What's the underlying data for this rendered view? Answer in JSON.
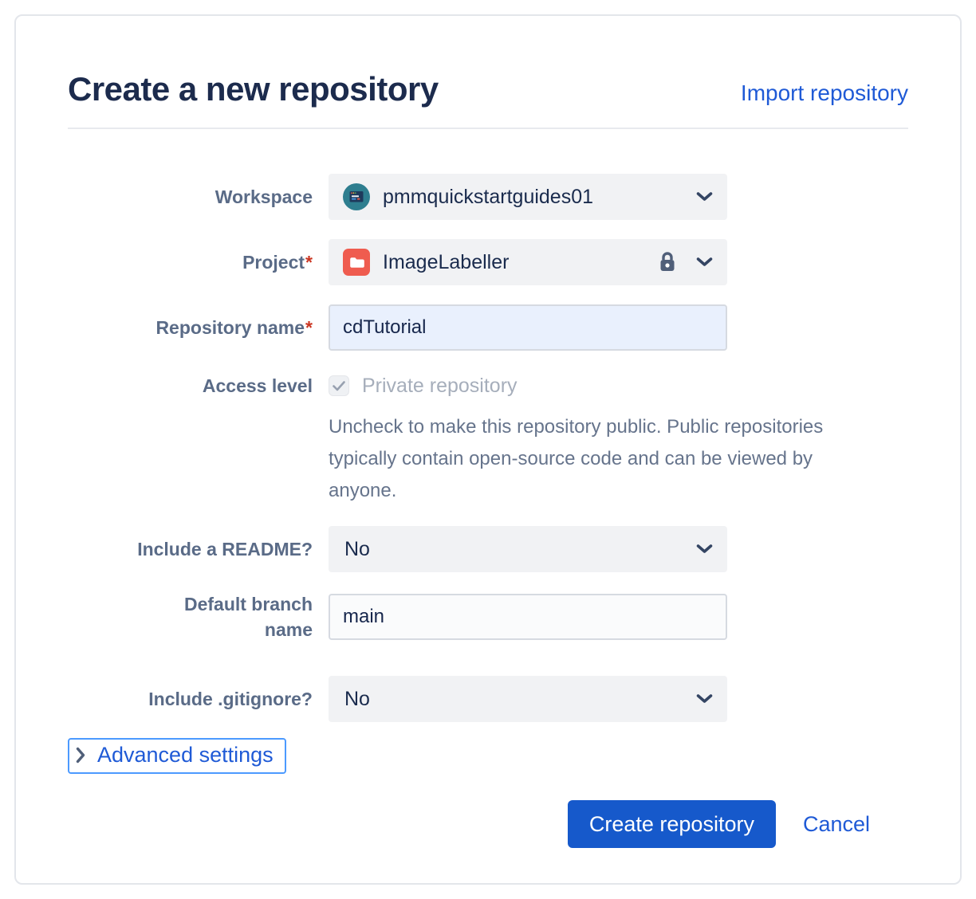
{
  "dialog": {
    "title": "Create a new repository",
    "import_link": "Import repository"
  },
  "form": {
    "workspace": {
      "label": "Workspace",
      "value": "pmmquickstartguides01"
    },
    "project": {
      "label": "Project",
      "required": "*",
      "value": "ImageLabeller"
    },
    "repository_name": {
      "label": "Repository name",
      "required": "*",
      "value": "cdTutorial"
    },
    "access_level": {
      "label": "Access level",
      "checkbox_label": "Private repository",
      "checkbox_checked": true,
      "help_text": "Uncheck to make this repository public. Public repositories typically contain open-source code and can be viewed by anyone."
    },
    "include_readme": {
      "label": "Include a README?",
      "value": "No"
    },
    "default_branch": {
      "label": "Default branch\nname",
      "value": "main"
    },
    "include_gitignore": {
      "label": "Include .gitignore?",
      "value": "No"
    },
    "advanced_settings": {
      "label": "Advanced settings"
    }
  },
  "footer": {
    "create_button": "Create repository",
    "cancel_button": "Cancel"
  },
  "icons": {
    "workspace_avatar": "teal-circle-browser-window",
    "project_avatar": "red-square-folder",
    "lock": "🔒",
    "chevron_down": "⌄",
    "chevron_right": "›",
    "checkmark": "✓"
  },
  "colors": {
    "title_text": "#1C2B4D",
    "label_text": "#5A6B87",
    "link_blue": "#1F5AD6",
    "button_blue": "#1659CB",
    "focus_ring_blue": "#4C9AFF",
    "required_red": "#CA3521",
    "workspace_avatar_teal": "#2E7E8F",
    "project_avatar_red": "#EF5C4F",
    "field_fill_gray": "#F1F2F4",
    "focused_input_fill": "#E9F0FD",
    "disabled_text": "#A6AEBB",
    "help_text_gray": "#66748C"
  }
}
